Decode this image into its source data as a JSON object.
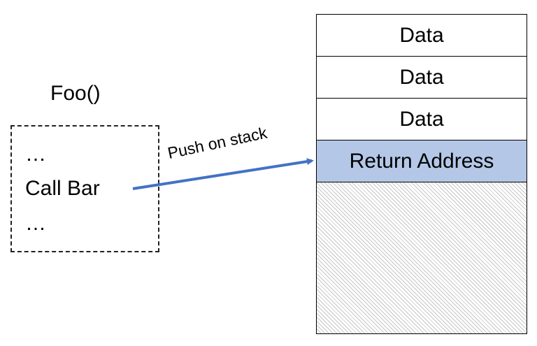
{
  "caller": {
    "title": "Foo()",
    "lines": [
      "…",
      "Call Bar",
      "…"
    ]
  },
  "stack": {
    "frames": [
      "Data",
      "Data",
      "Data",
      "Return Address"
    ],
    "highlight_color": "#b4c7e7"
  },
  "arrow": {
    "label": "Push on stack",
    "color": "#4472c4"
  }
}
